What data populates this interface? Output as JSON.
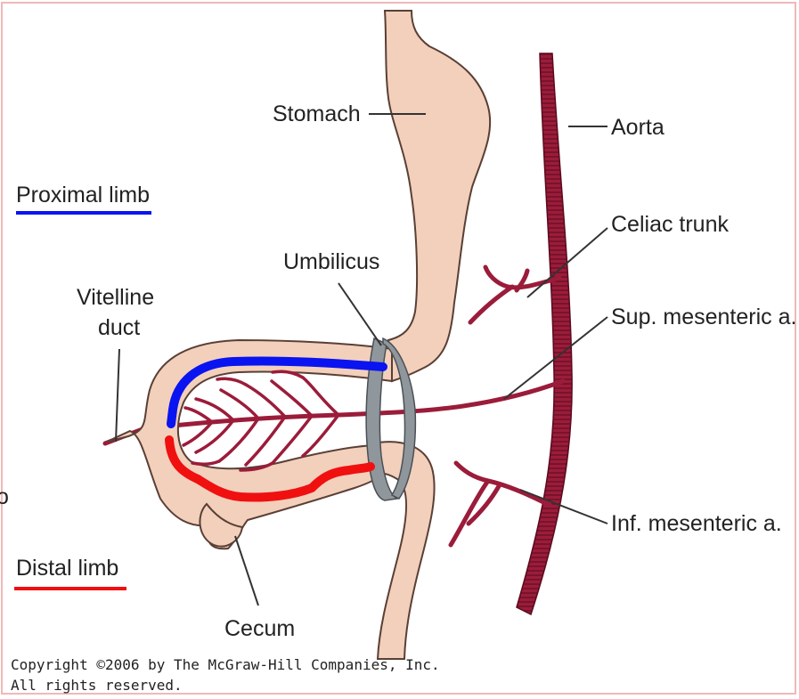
{
  "labels": {
    "stomach": "Stomach",
    "aorta": "Aorta",
    "proximal_limb": "Proximal limb",
    "celiac_trunk": "Celiac trunk",
    "umbilicus": "Umbilicus",
    "vitelline_duct_line1": "Vitelline",
    "vitelline_duct_line2": "duct",
    "sup_mesenteric": "Sup. mesenteric a.",
    "inf_mesenteric": "Inf. mesenteric a.",
    "distal_limb": "Distal limb",
    "cecum": "Cecum",
    "edge_fragment": "o"
  },
  "copyright": {
    "line1": "Copyright ©2006 by The McGraw-Hill Companies, Inc.",
    "line2": "All rights reserved."
  },
  "colors": {
    "gut": "#f2d0bc",
    "gut_outline": "#5a3f35",
    "artery": "#9b1c3a",
    "artery_stripe": "#6a0f25",
    "ring": "#8f979c",
    "proximal_highlight": "#0a14f0",
    "distal_highlight": "#f01010",
    "frame": "#f0b8b8"
  }
}
